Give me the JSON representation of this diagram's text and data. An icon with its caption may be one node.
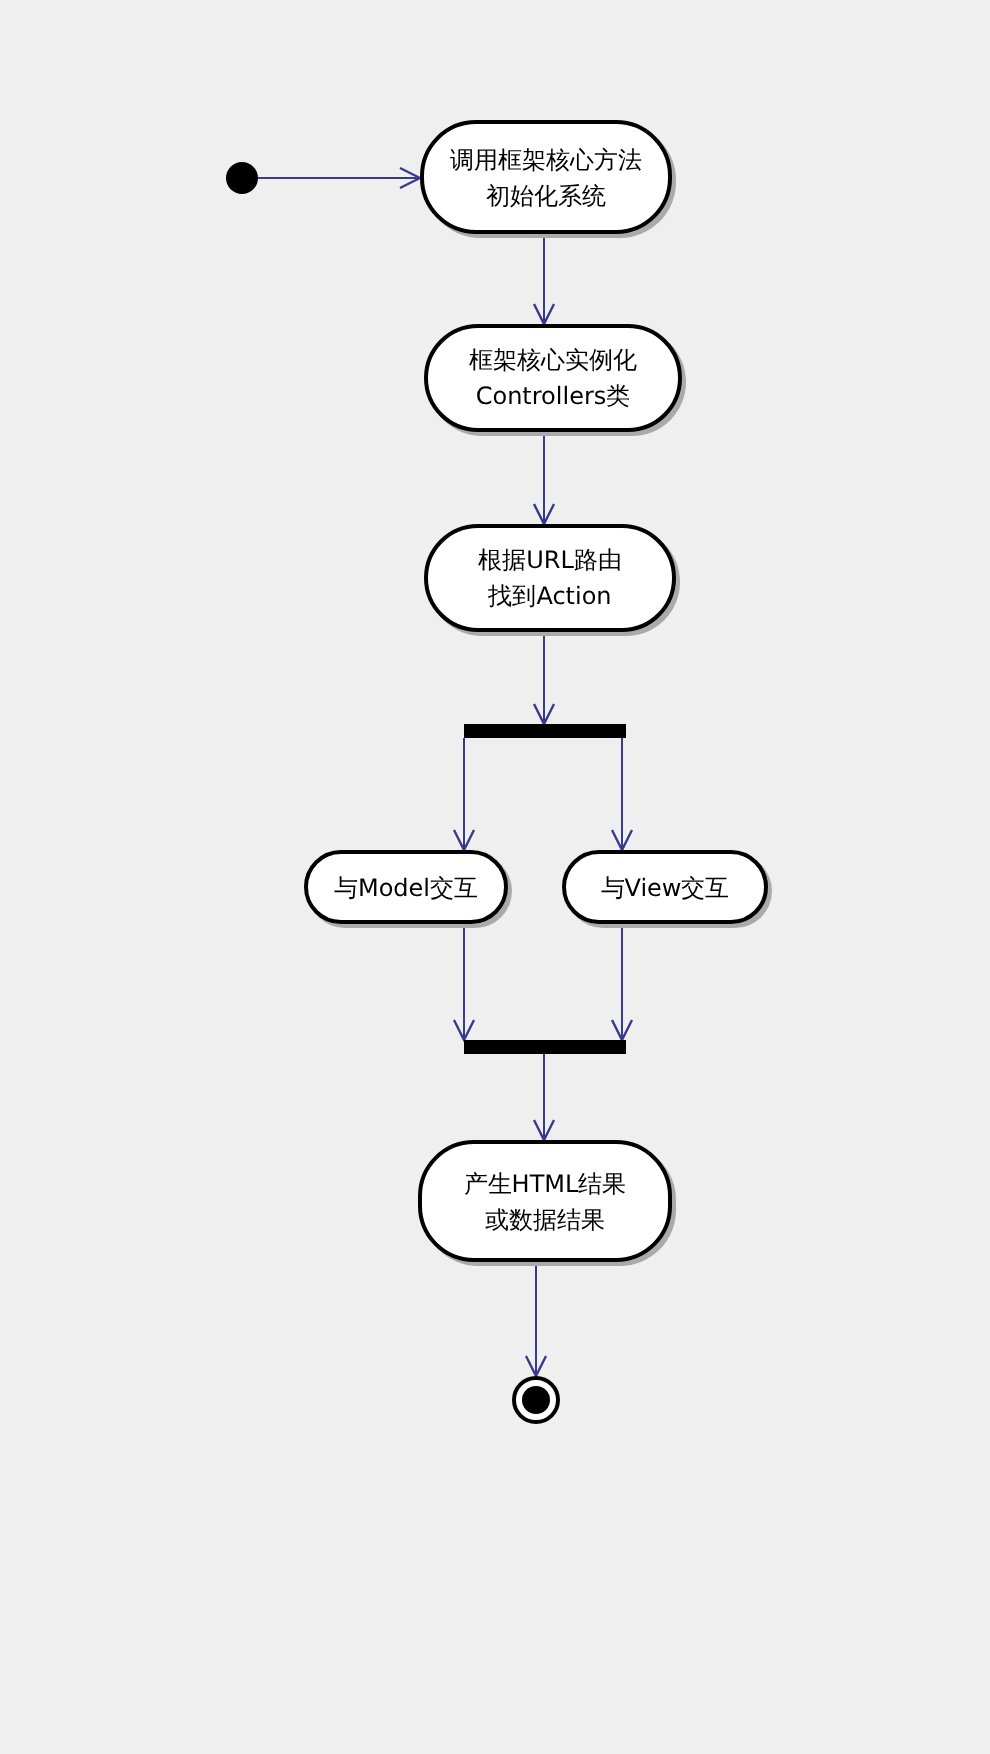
{
  "diagram": {
    "nodes": [
      {
        "text": [],
        "shape": "circle"
      },
      {
        "text": [
          "调用框架核心方法初始化系统"
        ]
      },
      {
        "text": [
          "框架核心实例化Controllers类"
        ]
      },
      {
        "text": [
          "根据URL路由找到Action"
        ]
      },
      {
        "text": [],
        "shape": "bar"
      },
      {
        "text": [
          "与Model交互"
        ]
      },
      {
        "text": [
          "与View交互"
        ]
      },
      {
        "text": [],
        "shape": "bar"
      },
      {
        "text": [
          "产生HTML结果或数据结果"
        ]
      },
      {
        "text": [],
        "shape": "circle"
      }
    ],
    "edges": [
      {
        "from": 0,
        "to": 1,
        "arrow": "to"
      },
      {
        "from": 1,
        "to": 2,
        "arrow": "to"
      },
      {
        "from": 2,
        "to": 3,
        "arrow": "to"
      },
      {
        "from": 3,
        "to": 4,
        "arrow": "to"
      },
      {
        "from": 4,
        "to": 5,
        "arrow": "to"
      },
      {
        "from": 4,
        "to": 6,
        "arrow": "to"
      },
      {
        "from": 5,
        "to": 7,
        "arrow": "to"
      },
      {
        "from": 6,
        "to": 7,
        "arrow": "to"
      },
      {
        "from": 7,
        "to": 8,
        "arrow": "to"
      },
      {
        "from": 8,
        "to": 9,
        "arrow": "to"
      }
    ]
  }
}
